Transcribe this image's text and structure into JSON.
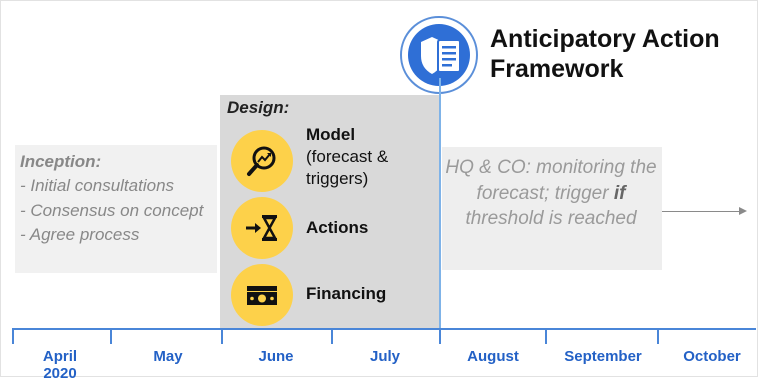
{
  "title": {
    "line1": "Anticipatory Action",
    "line2": "Framework"
  },
  "icons": {
    "title": "shield-document-icon",
    "model": "magnifier-trend-icon",
    "actions": "arrow-hourglass-icon",
    "financing": "banknote-icon"
  },
  "inception": {
    "heading": "Inception:",
    "items": [
      "- Initial consultations",
      "- Consensus on concept",
      "- Agree process"
    ]
  },
  "design": {
    "heading": "Design:",
    "model_bold": "Model",
    "model_rest": "(forecast & triggers)",
    "actions": "Actions",
    "financing": "Financing"
  },
  "monitor": {
    "part1": "HQ & CO: monitoring the forecast; trigger",
    "emph": "if",
    "part2": "threshold is reached"
  },
  "timeline": {
    "months": [
      "April",
      "May",
      "June",
      "July",
      "August",
      "September",
      "October"
    ],
    "first_year": "2020"
  },
  "colors": {
    "accent_yellow": "#fdd14a",
    "timeline_blue": "#2361c6",
    "design_bg": "#d9d9d9",
    "icon_blue": "#2f6fd6"
  }
}
